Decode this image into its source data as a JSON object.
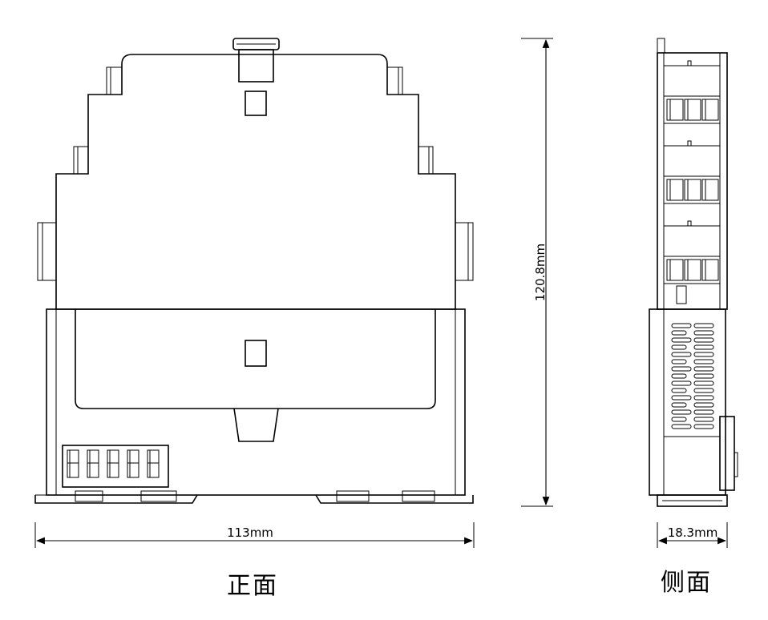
{
  "dimensions": {
    "width": "113mm",
    "height": "120.8mm",
    "depth": "18.3mm"
  },
  "captions": {
    "front": "正面",
    "side": "侧面"
  }
}
